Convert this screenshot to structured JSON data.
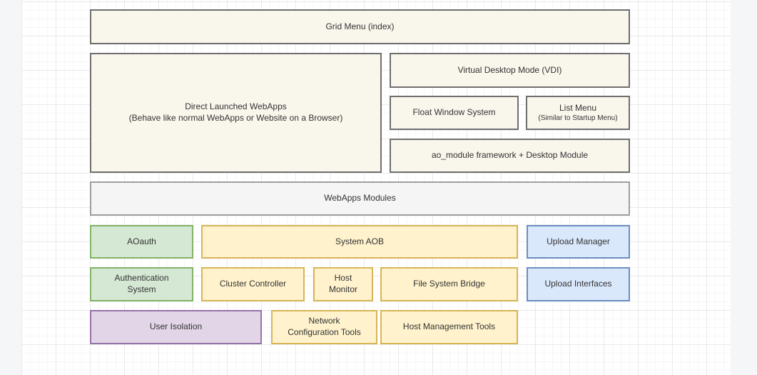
{
  "palette": {
    "beige": {
      "fill": "#f9f6ec",
      "stroke": "#6f6f6f"
    },
    "gray": {
      "fill": "#f5f5f5",
      "stroke": "#9e9e9e"
    },
    "green": {
      "fill": "#d5e8d4",
      "stroke": "#82b366"
    },
    "yellow": {
      "fill": "#fff2cc",
      "stroke": "#d6b656"
    },
    "blue": {
      "fill": "#dae8fc",
      "stroke": "#6c8ebf"
    },
    "purple": {
      "fill": "#e1d5e7",
      "stroke": "#9673a6"
    }
  },
  "diagram": {
    "nodes": [
      {
        "id": "grid-menu",
        "label": "Grid Menu (index)",
        "variant": "beige"
      },
      {
        "id": "direct-webapps",
        "label": "Direct Launched WebApps\n(Behave like normal WebApps or Website on a Browser)",
        "variant": "beige"
      },
      {
        "id": "virtual-desktop-mode",
        "label": "Virtual Desktop Mode (VDI)",
        "variant": "beige"
      },
      {
        "id": "float-window-system",
        "label": "Float Window System",
        "variant": "beige"
      },
      {
        "id": "list-menu",
        "label": "List Menu",
        "sublabel": "(Similar to Startup Menu)",
        "variant": "beige"
      },
      {
        "id": "ao-module-framework",
        "label": "ao_module framework + Desktop Module",
        "variant": "beige"
      },
      {
        "id": "webapps-modules",
        "label": "WebApps Modules",
        "variant": "gray"
      },
      {
        "id": "aoauth",
        "label": "AOauth",
        "variant": "green"
      },
      {
        "id": "system-aob",
        "label": "System AOB",
        "variant": "yellow"
      },
      {
        "id": "upload-manager",
        "label": "Upload Manager",
        "variant": "blue"
      },
      {
        "id": "authentication-system",
        "label": "Authentication\nSystem",
        "variant": "green"
      },
      {
        "id": "cluster-controller",
        "label": "Cluster Controller",
        "variant": "yellow"
      },
      {
        "id": "host-monitor",
        "label": "Host\nMonitor",
        "variant": "yellow"
      },
      {
        "id": "file-system-bridge",
        "label": "File System Bridge",
        "variant": "yellow"
      },
      {
        "id": "upload-interfaces",
        "label": "Upload Interfaces",
        "variant": "blue"
      },
      {
        "id": "user-isolation",
        "label": "User Isolation",
        "variant": "purple"
      },
      {
        "id": "network-config-tools",
        "label": "Network\nConfiguration Tools",
        "variant": "yellow"
      },
      {
        "id": "host-management-tools",
        "label": "Host Management Tools",
        "variant": "yellow"
      }
    ]
  }
}
